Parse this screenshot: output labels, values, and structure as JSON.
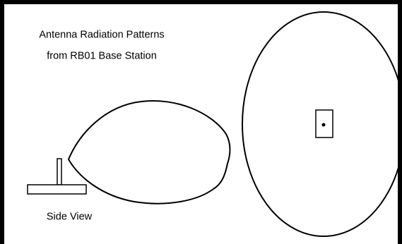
{
  "title_line1": "Antenna Radiation Patterns",
  "title_line2": "from RB01 Base Station",
  "side_view_label": "Side View",
  "colors": {
    "stroke": "#000000",
    "background": "#ffffff"
  }
}
